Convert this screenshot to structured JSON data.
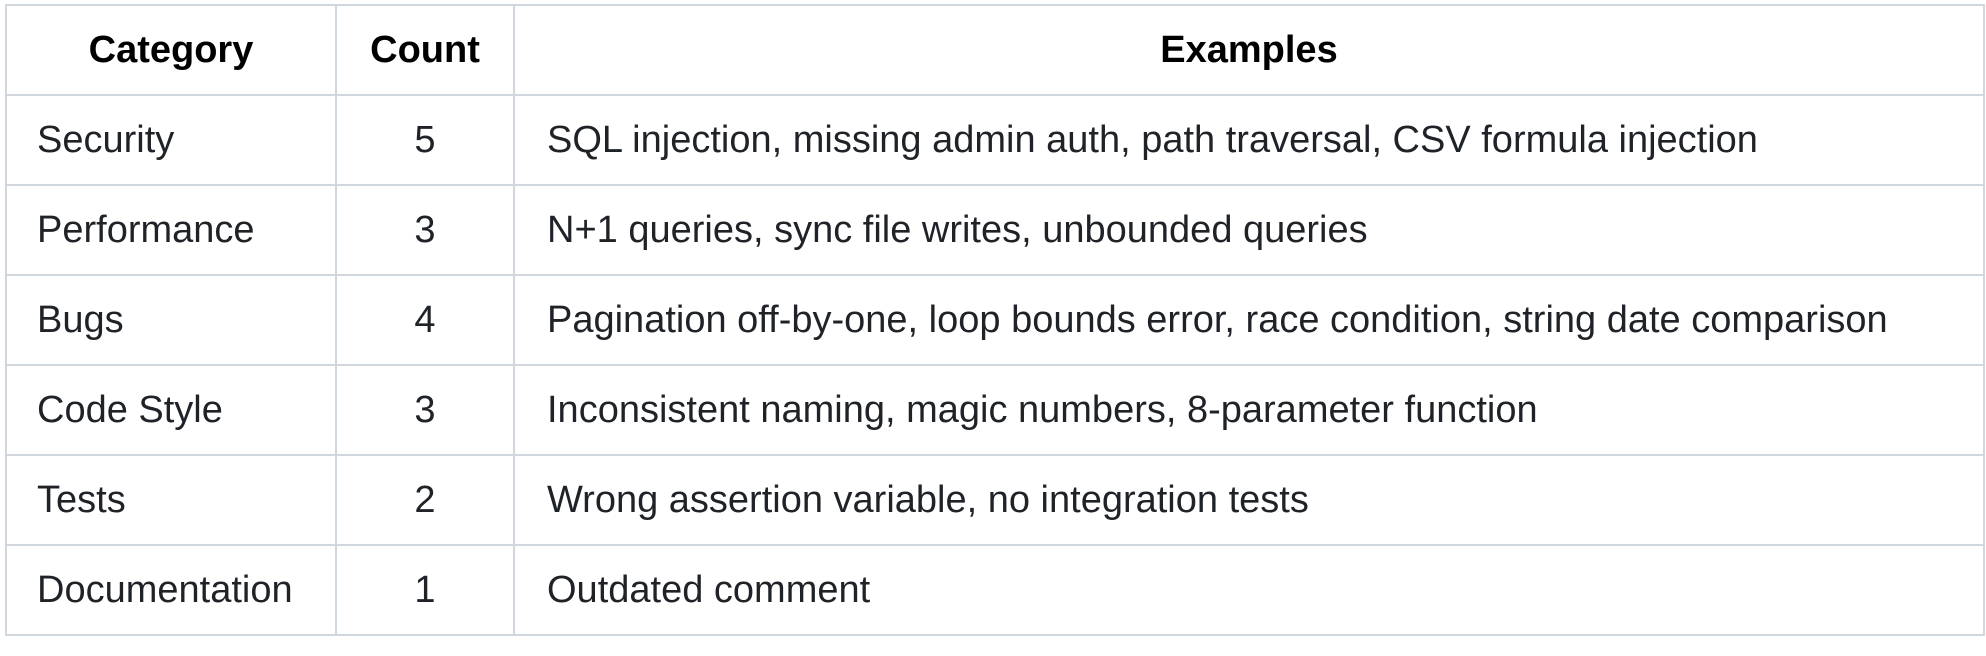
{
  "table": {
    "headers": [
      "Category",
      "Count",
      "Examples"
    ],
    "rows": [
      {
        "category": "Security",
        "count": "5",
        "examples": "SQL injection, missing admin auth, path traversal, CSV formula injection"
      },
      {
        "category": "Performance",
        "count": "3",
        "examples": "N+1 queries, sync file writes, unbounded queries"
      },
      {
        "category": "Bugs",
        "count": "4",
        "examples": "Pagination off-by-one, loop bounds error, race condition, string date comparison"
      },
      {
        "category": "Code Style",
        "count": "3",
        "examples": "Inconsistent naming, magic numbers, 8-parameter function"
      },
      {
        "category": "Tests",
        "count": "2",
        "examples": "Wrong assertion variable, no integration tests"
      },
      {
        "category": "Documentation",
        "count": "1",
        "examples": "Outdated comment"
      }
    ]
  },
  "colors": {
    "border": "#d0d7de",
    "text": "#1f2328",
    "header_text": "#000000",
    "background": "#ffffff"
  }
}
